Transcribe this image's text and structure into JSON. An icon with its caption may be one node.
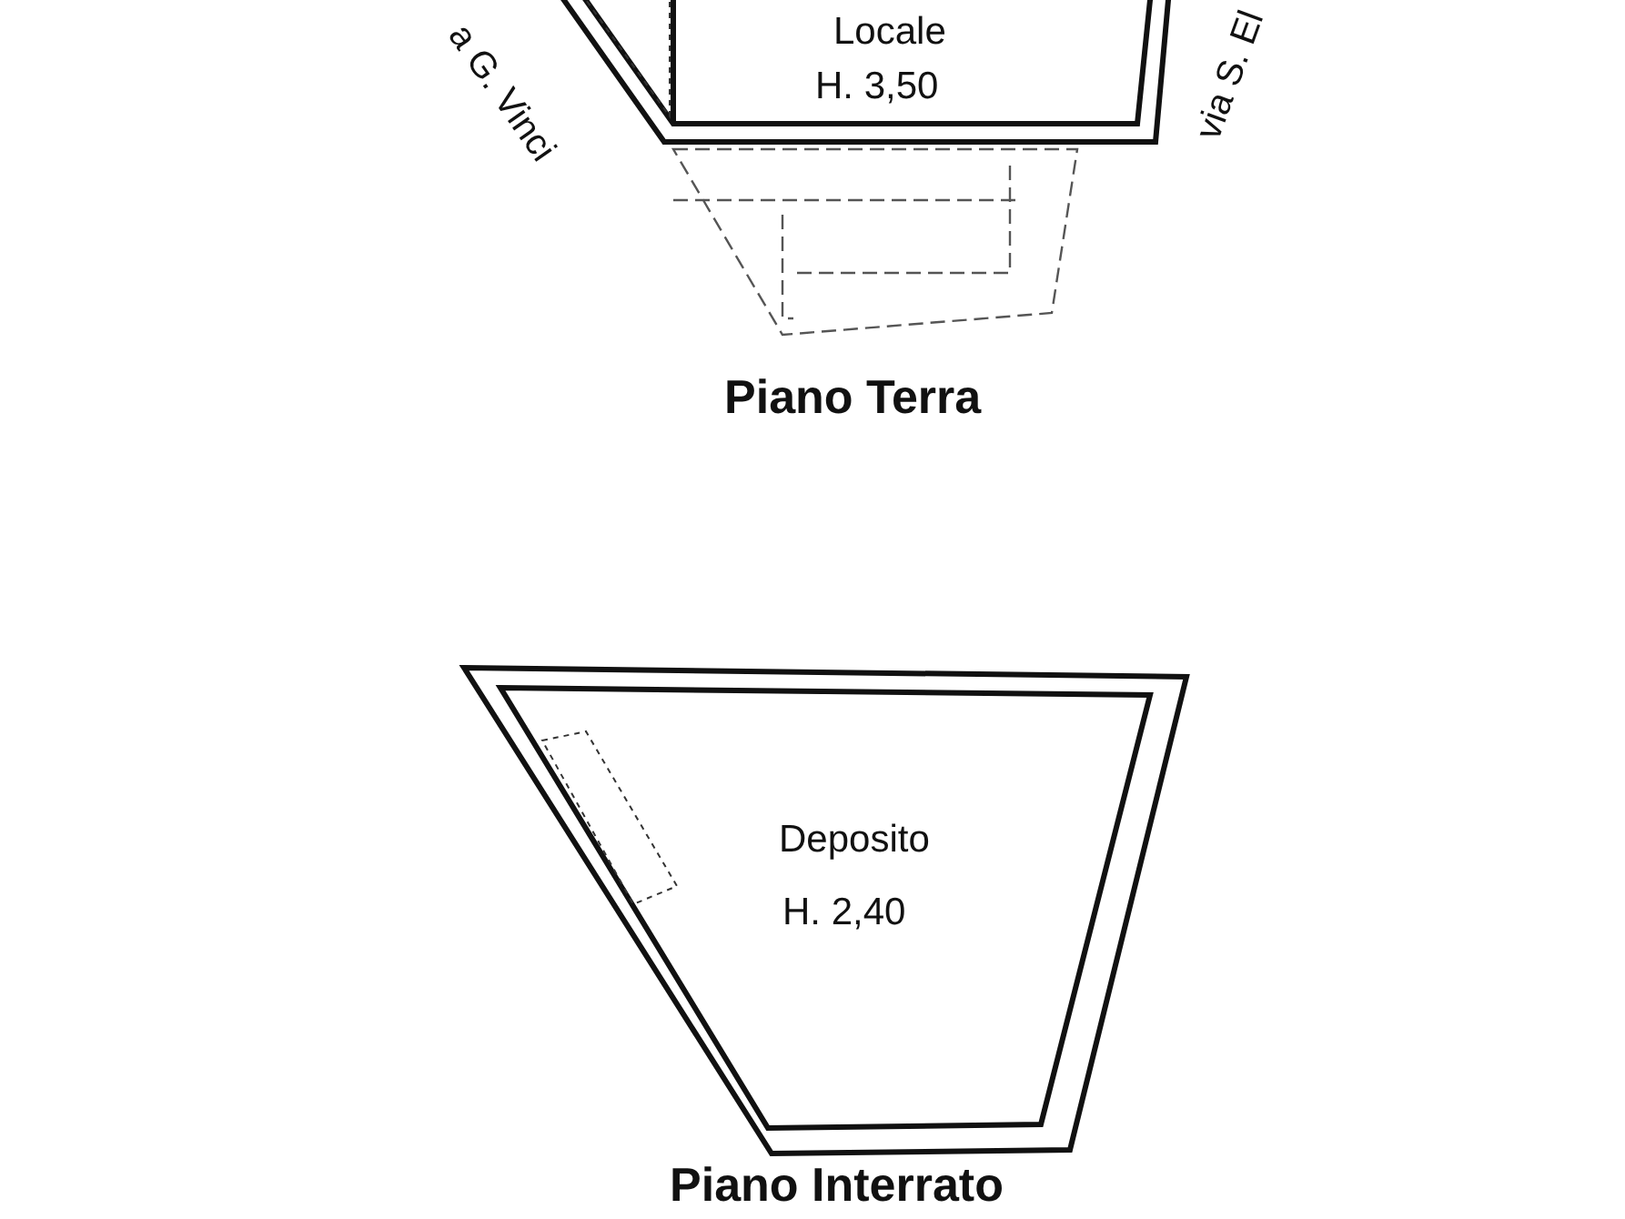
{
  "diagram": {
    "nodes": [
      {
        "text": [
          "Locale",
          "H. 3,50"
        ]
      },
      {
        "text": [
          "Deposito",
          "H. 2,40"
        ]
      }
    ],
    "labels": [
      "a G. Vinci",
      "via S. El",
      "Piano Terra",
      "Piano Interrato"
    ]
  }
}
